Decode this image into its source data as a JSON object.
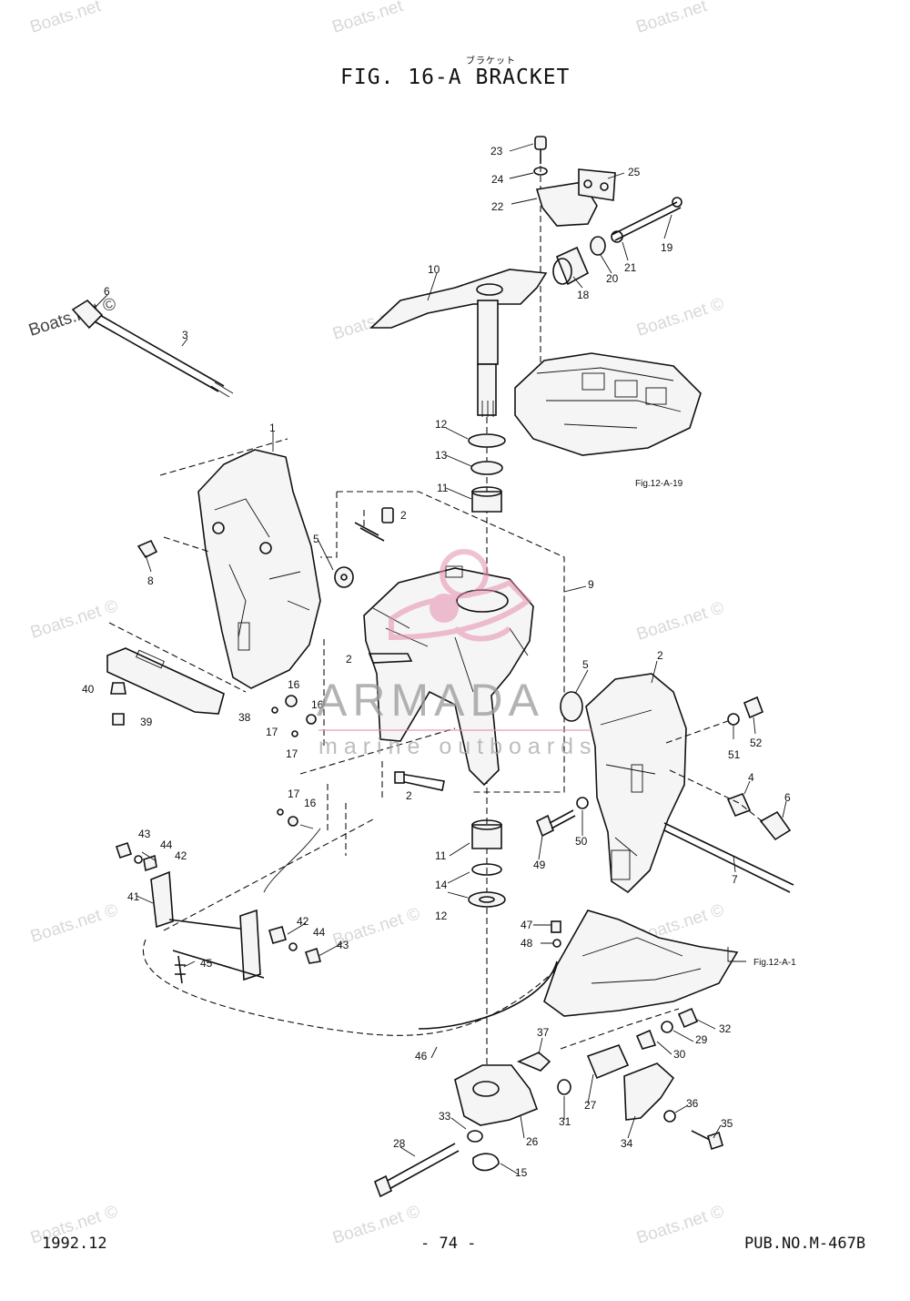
{
  "header": {
    "kana": "ブラケット",
    "title": "FIG. 16-A BRACKET"
  },
  "footer": {
    "date": "1992.12",
    "page": "- 74 -",
    "pub": "PUB.NO.M-467B"
  },
  "watermark": {
    "site": "Boats.net",
    "site_copyright": "Boats.net ©",
    "brand": "ARMADA",
    "brand_sub": "marine outboards",
    "brand_color": "#e58fb0"
  },
  "references": {
    "upper": "Fig.12-A-19",
    "lower": "Fig.12-A-1"
  },
  "callouts": {
    "c1": "1",
    "c2": "2",
    "c2b": "2",
    "c2c": "2",
    "c2d": "2",
    "c3": "3",
    "c4": "4",
    "c5": "5",
    "c5b": "5",
    "c6": "6",
    "c6b": "6",
    "c7": "7",
    "c8": "8",
    "c9": "9",
    "c10": "10",
    "c11": "11",
    "c11b": "11",
    "c12": "12",
    "c12b": "12",
    "c13": "13",
    "c14": "14",
    "c15": "15",
    "c16": "16",
    "c16b": "16",
    "c16c": "16",
    "c17": "17",
    "c17b": "17",
    "c17c": "17",
    "c18": "18",
    "c19": "19",
    "c20": "20",
    "c21": "21",
    "c22": "22",
    "c23": "23",
    "c24": "24",
    "c25": "25",
    "c26": "26",
    "c27": "27",
    "c28": "28",
    "c29": "29",
    "c30": "30",
    "c31": "31",
    "c32": "32",
    "c33": "33",
    "c34": "34",
    "c35": "35",
    "c36": "36",
    "c37": "37",
    "c38": "38",
    "c39": "39",
    "c40": "40",
    "c41": "41",
    "c42": "42",
    "c42b": "42",
    "c43": "43",
    "c43b": "43",
    "c44": "44",
    "c44b": "44",
    "c45": "45",
    "c46": "46",
    "c47": "47",
    "c48": "48",
    "c49": "49",
    "c50": "50",
    "c51": "51",
    "c52": "52"
  }
}
